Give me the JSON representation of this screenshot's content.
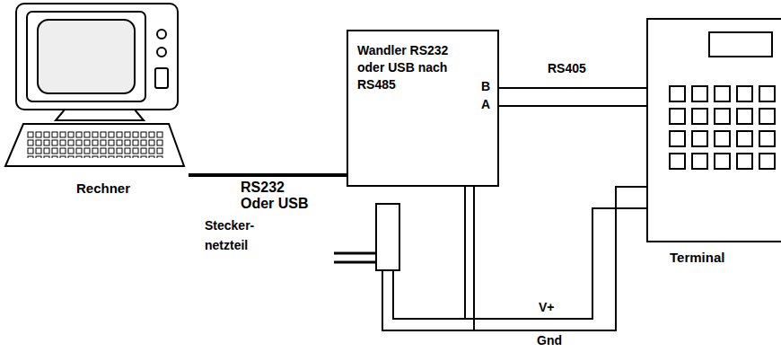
{
  "diagram": {
    "nodes": [
      {
        "text": [
          "Rechner"
        ]
      },
      {
        "text": [
          "Wandler RS232 oder USB nach RS485"
        ]
      },
      {
        "text": [
          "Terminal"
        ]
      },
      {
        "text": [
          "Stecker- netzteil"
        ]
      }
    ],
    "edges": [
      {
        "from": 0,
        "to": 1,
        "arrow": "none",
        "label": "RS232 Oder USB"
      },
      {
        "from": 1,
        "to": 2,
        "arrow": "none",
        "label": "RS405"
      },
      {
        "from": 1,
        "to": 2,
        "arrow": "none"
      },
      {
        "from": 3,
        "to": 1,
        "arrow": "none"
      },
      {
        "from": 3,
        "to": 2,
        "arrow": "none",
        "label": "V+"
      },
      {
        "from": 3,
        "to": 2,
        "arrow": "none",
        "label": "Gnd"
      }
    ],
    "labels": [
      "B",
      "A"
    ]
  }
}
